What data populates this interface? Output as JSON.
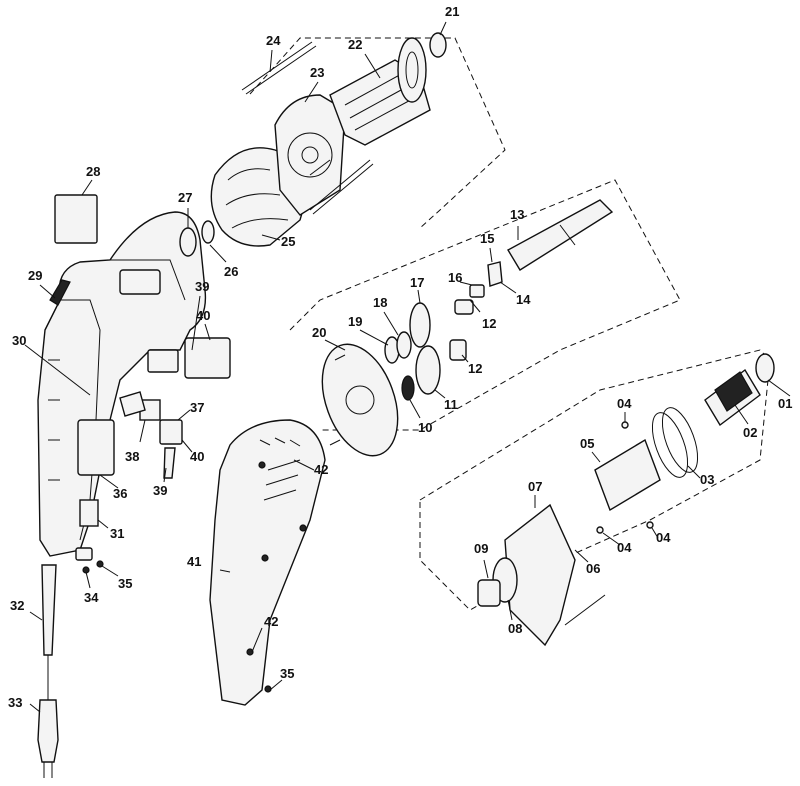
{
  "diagram": {
    "labels": [
      {
        "id": "01",
        "text": "01"
      },
      {
        "id": "02",
        "text": "02"
      },
      {
        "id": "03",
        "text": "03"
      },
      {
        "id": "04a",
        "text": "04"
      },
      {
        "id": "04b",
        "text": "04"
      },
      {
        "id": "04c",
        "text": "04"
      },
      {
        "id": "05",
        "text": "05"
      },
      {
        "id": "06",
        "text": "06"
      },
      {
        "id": "07",
        "text": "07"
      },
      {
        "id": "08",
        "text": "08"
      },
      {
        "id": "09",
        "text": "09"
      },
      {
        "id": "10",
        "text": "10"
      },
      {
        "id": "11",
        "text": "11"
      },
      {
        "id": "12a",
        "text": "12"
      },
      {
        "id": "12b",
        "text": "12"
      },
      {
        "id": "13",
        "text": "13"
      },
      {
        "id": "14",
        "text": "14"
      },
      {
        "id": "15",
        "text": "15"
      },
      {
        "id": "16",
        "text": "16"
      },
      {
        "id": "17",
        "text": "17"
      },
      {
        "id": "18",
        "text": "18"
      },
      {
        "id": "19",
        "text": "19"
      },
      {
        "id": "20",
        "text": "20"
      },
      {
        "id": "21",
        "text": "21"
      },
      {
        "id": "22",
        "text": "22"
      },
      {
        "id": "23",
        "text": "23"
      },
      {
        "id": "24",
        "text": "24"
      },
      {
        "id": "25",
        "text": "25"
      },
      {
        "id": "26",
        "text": "26"
      },
      {
        "id": "27",
        "text": "27"
      },
      {
        "id": "28",
        "text": "28"
      },
      {
        "id": "29",
        "text": "29"
      },
      {
        "id": "30",
        "text": "30"
      },
      {
        "id": "31",
        "text": "31"
      },
      {
        "id": "32",
        "text": "32"
      },
      {
        "id": "33",
        "text": "33"
      },
      {
        "id": "34",
        "text": "34"
      },
      {
        "id": "35a",
        "text": "35"
      },
      {
        "id": "35b",
        "text": "35"
      },
      {
        "id": "36",
        "text": "36"
      },
      {
        "id": "37",
        "text": "37"
      },
      {
        "id": "38",
        "text": "38"
      },
      {
        "id": "39a",
        "text": "39"
      },
      {
        "id": "39b",
        "text": "39"
      },
      {
        "id": "40a",
        "text": "40"
      },
      {
        "id": "40b",
        "text": "40"
      },
      {
        "id": "41",
        "text": "41"
      },
      {
        "id": "42a",
        "text": "42"
      },
      {
        "id": "42b",
        "text": "42"
      }
    ]
  }
}
